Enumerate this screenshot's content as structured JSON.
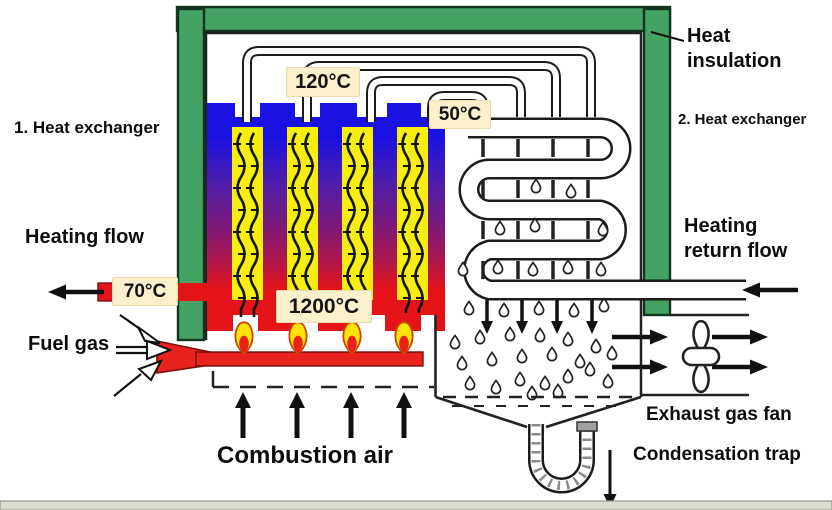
{
  "diagram": {
    "labels": {
      "hx1": "1. Heat exchanger",
      "hx2": "2. Heat exchanger",
      "heat_insulation_line1": "Heat",
      "heat_insulation_line2": "insulation",
      "heating_flow": "Heating flow",
      "heating_return_line1": "Heating",
      "heating_return_line2": "return flow",
      "fuel_gas": "Fuel gas",
      "combustion_air": "Combustion air",
      "exhaust_gas_fan": "Exhaust gas fan",
      "condensation_trap": "Condensation trap"
    },
    "temperatures": {
      "flue_gas_mid": "120°C",
      "flue_gas_out": "50°C",
      "heating_flow_out": "70°C",
      "combustion": "1200°C"
    },
    "colors": {
      "insulation_green": "#44a263",
      "hot_red": "#e41318",
      "cold_blue": "#1a12e2",
      "fin_yellow": "#f6ee0e",
      "temp_label_bg": "#faf0cc",
      "line_black": "#1a1a1a"
    }
  }
}
